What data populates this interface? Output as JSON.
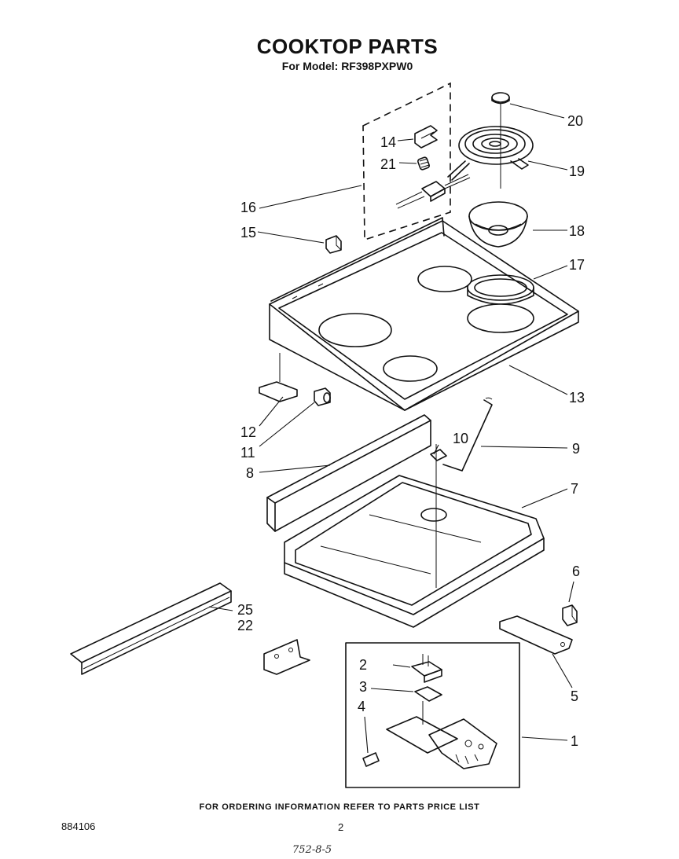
{
  "header": {
    "title": "COOKTOP PARTS",
    "model_line": "For Model: RF398PXPW0"
  },
  "footer": {
    "ordering_note": "FOR ORDERING INFORMATION REFER TO PARTS PRICE LIST",
    "doc_number": "884106",
    "page_number": "2",
    "handwritten_code": "752-8-5"
  },
  "callouts": {
    "c1": "1",
    "c2": "2",
    "c3": "3",
    "c4": "4",
    "c5": "5",
    "c6": "6",
    "c7": "7",
    "c8": "8",
    "c9": "9",
    "c10": "10",
    "c11": "11",
    "c12": "12",
    "c13": "13",
    "c14": "14",
    "c15": "15",
    "c16": "16",
    "c17": "17",
    "c18": "18",
    "c19": "19",
    "c20": "20",
    "c21": "21",
    "c22": "22",
    "c25": "25"
  }
}
